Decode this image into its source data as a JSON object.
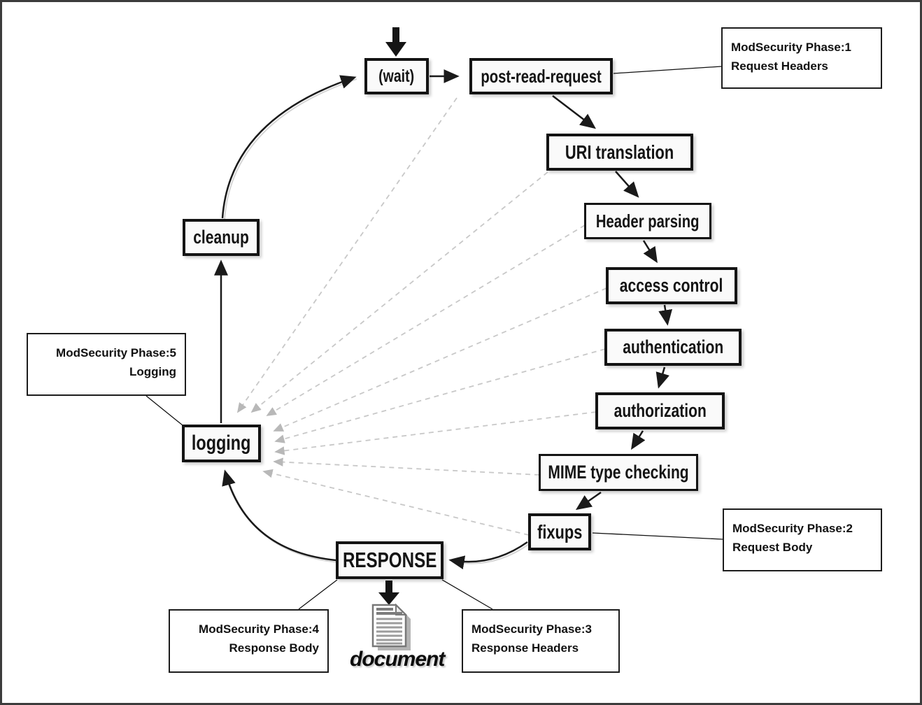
{
  "nodes": {
    "wait": "(wait)",
    "post_read_request": "post-read-request",
    "uri_translation": "URI translation",
    "header_parsing": "Header parsing",
    "access_control": "access control",
    "authentication": "authentication",
    "authorization": "authorization",
    "mime_type_checking": "MIME type checking",
    "fixups": "fixups",
    "response": "RESPONSE",
    "logging": "logging",
    "cleanup": "cleanup"
  },
  "annotations": {
    "phase1": {
      "line1": "ModSecurity Phase:1",
      "line2": "Request Headers"
    },
    "phase2": {
      "line1": "ModSecurity Phase:2",
      "line2": "Request Body"
    },
    "phase3": {
      "line1": "ModSecurity Phase:3",
      "line2": "Response Headers"
    },
    "phase4": {
      "line1": "ModSecurity Phase:4",
      "line2": "Response Body"
    },
    "phase5": {
      "line1": "ModSecurity Phase:5",
      "line2": "Logging"
    }
  },
  "document_label": "document",
  "icons": {
    "document": "document-icon"
  },
  "colors": {
    "node_border": "#141414",
    "node_fill": "#fafafa",
    "solid_connector": "#1a1a1a",
    "dashed_connector": "#c8c8c8",
    "background": "#ffffff",
    "frame": "#3c3c3c"
  }
}
